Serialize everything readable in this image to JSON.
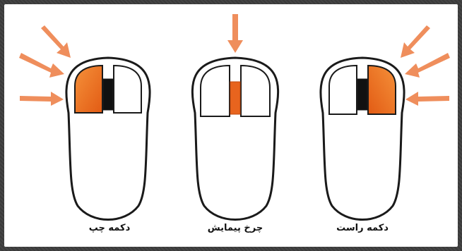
{
  "labels": {
    "left_button": "دکمه چپ",
    "scroll_wheel": "چرخ پیمایش",
    "right_button": "دکمه راست"
  },
  "colors": {
    "highlight": "#e8641e",
    "highlight_light": "#f08a35",
    "arrow": "#ef8e5c",
    "outline": "#1a1a1a",
    "body": "#ffffff",
    "wheel": "#111111",
    "frame": "#3a3a3a"
  },
  "icons": {
    "left_mouse": "mouse-left-button-icon",
    "scroll_mouse": "mouse-scroll-wheel-icon",
    "right_mouse": "mouse-right-button-icon",
    "arrow": "arrow-icon"
  }
}
